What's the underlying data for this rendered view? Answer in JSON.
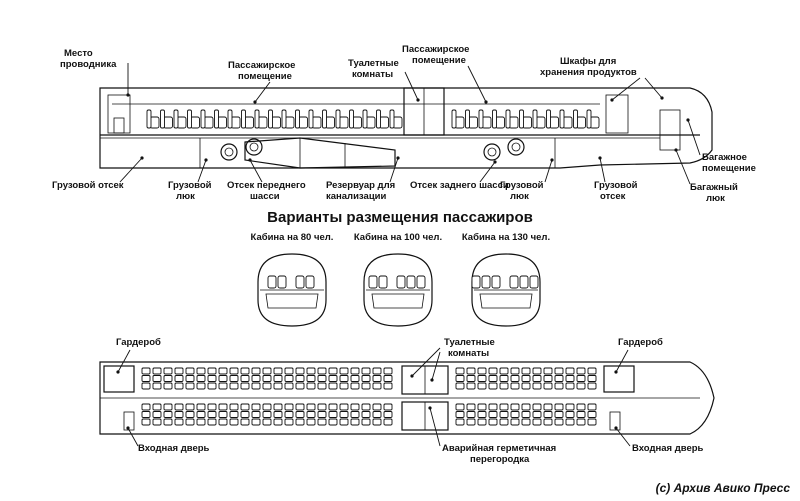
{
  "title": "Варианты размещения пассажиров",
  "copyright": "(с) Архив Авико Пресс",
  "side_view": {
    "labels": {
      "attendant_seat": [
        "Место",
        "проводника"
      ],
      "passenger_cabin_front": [
        "Пассажирское",
        "помещение"
      ],
      "toilets": [
        "Туалетные",
        "комнаты"
      ],
      "passenger_cabin_rear": [
        "Пассажирское",
        "помещение"
      ],
      "food_cabinets": [
        "Шкафы для",
        "хранения продуктов"
      ],
      "cargo_bay_front": "Грузовой отсек",
      "cargo_hatch_front": [
        "Грузовой",
        "люк"
      ],
      "nose_gear_bay": [
        "Отсек переднего",
        "шасси"
      ],
      "sewage_tank": [
        "Резервуар для",
        "канализации"
      ],
      "main_gear_bay": "Отсек заднего шасси",
      "cargo_hatch_rear": [
        "Грузовой",
        "люк"
      ],
      "cargo_bay_rear": [
        "Грузовой",
        "отсек"
      ],
      "baggage_room": [
        "Багажное",
        "помещение"
      ],
      "baggage_hatch": [
        "Багажный",
        "люк"
      ]
    }
  },
  "cabin_variants": [
    {
      "label": "Кабина на 80 чел."
    },
    {
      "label": "Кабина на 100 чел."
    },
    {
      "label": "Кабина на 130 чел."
    }
  ],
  "plan_view": {
    "labels": {
      "wardrobe_front": "Гардероб",
      "toilets": [
        "Туалетные",
        "комнаты"
      ],
      "wardrobe_rear": "Гардероб",
      "entry_door_front": "Входная дверь",
      "bulkhead": [
        "Аварийная герметичная",
        "перегородка"
      ],
      "entry_door_rear": "Входная дверь"
    }
  }
}
